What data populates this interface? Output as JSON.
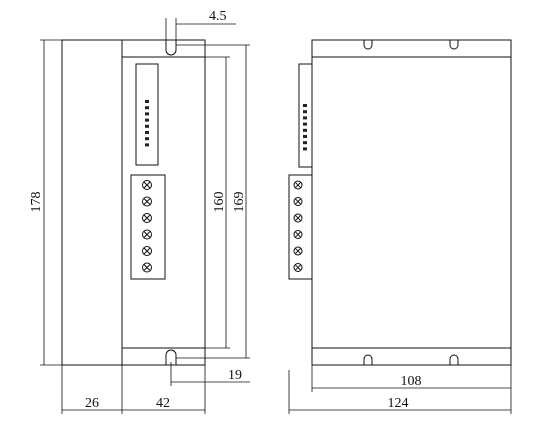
{
  "dimensions": {
    "slot_width": "4.5",
    "height_overall": "178",
    "height_inner": "160",
    "height_mount": "169",
    "depth_left": "26",
    "depth_right": "42",
    "slot_offset": "19",
    "width_mount": "108",
    "width_overall": "124"
  }
}
